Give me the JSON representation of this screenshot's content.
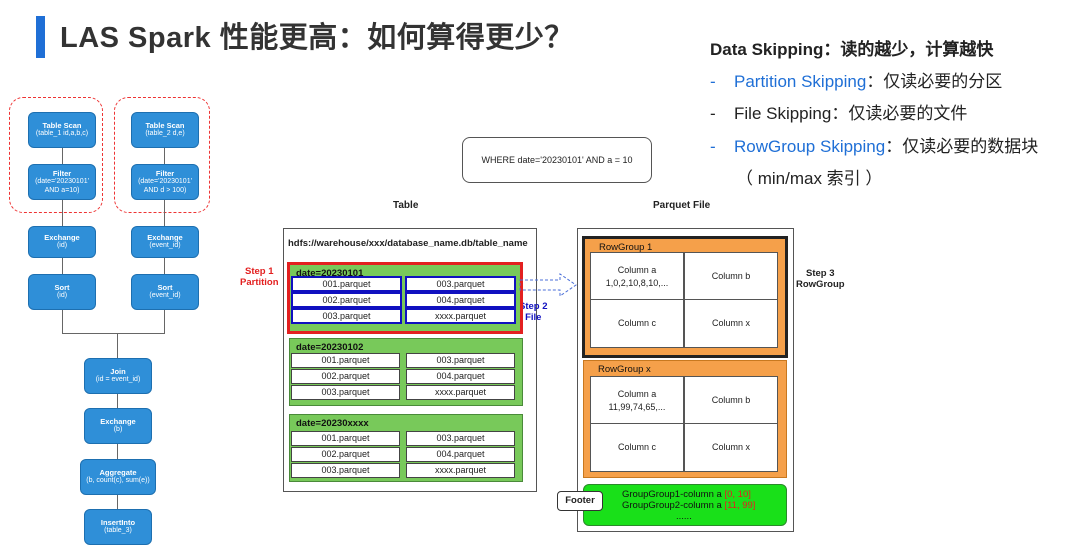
{
  "title": "LAS Spark 性能更高：如何算得更少？",
  "right": {
    "heading": "Data Skipping：读的越少，计算越快",
    "items": [
      {
        "dash": "-",
        "key": "Partition Skipping",
        "desc": "：仅读必要的分区",
        "highlight": true
      },
      {
        "dash": "-",
        "key": "File Skipping",
        "desc": "：仅读必要的文件",
        "highlight": false
      },
      {
        "dash": "-",
        "key": "RowGroup Skipping",
        "desc": "：仅读必要的数据块",
        "highlight": true
      }
    ],
    "note": "（ min/max 索引 ）"
  },
  "plan": {
    "left": [
      {
        "title": "Table Scan",
        "sub": "(table_1 id,a,b,c)"
      },
      {
        "title": "Filter",
        "sub": "(date='20230101'\nAND a=10)"
      },
      {
        "title": "Exchange",
        "sub": "(id)"
      },
      {
        "title": "Sort",
        "sub": "(id)"
      }
    ],
    "right": [
      {
        "title": "Table Scan",
        "sub": "(table_2 d,e)"
      },
      {
        "title": "Filter",
        "sub": "(date='20230101'\nAND d > 100)"
      },
      {
        "title": "Exchange",
        "sub": "(event_id)"
      },
      {
        "title": "Sort",
        "sub": "(event_id)"
      }
    ],
    "bottom": [
      {
        "title": "Join",
        "sub": "(id = event_id)"
      },
      {
        "title": "Exchange",
        "sub": "(b)"
      },
      {
        "title": "Aggregate",
        "sub": "(b, count(c), sum(e))"
      },
      {
        "title": "InsertInto",
        "sub": "(table_3)"
      }
    ]
  },
  "sql": "WHERE date='20230101' AND a = 10",
  "table_label": "Table",
  "parquet_label": "Parquet File",
  "hdfs_path": "hdfs://warehouse/xxx/database_name.db/table_name",
  "steps": {
    "step1": "Step 1\nPartition",
    "step2": "Step 2\nFile",
    "step3": "Step 3\nRowGroup"
  },
  "partitions": [
    {
      "name": "date=20230101",
      "files": [
        "001.parquet",
        "003.parquet",
        "002.parquet",
        "004.parquet",
        "003.parquet",
        "xxxx.parquet"
      ]
    },
    {
      "name": "date=20230102",
      "files": [
        "001.parquet",
        "003.parquet",
        "002.parquet",
        "004.parquet",
        "003.parquet",
        "xxxx.parquet"
      ]
    },
    {
      "name": "date=20230xxxx",
      "files": [
        "001.parquet",
        "003.parquet",
        "002.parquet",
        "004.parquet",
        "003.parquet",
        "xxxx.parquet"
      ]
    }
  ],
  "rowgroups": [
    {
      "name": "RowGroup 1",
      "cells": [
        "Column a\n1,0,2,10,8,10,...",
        "Column b",
        "Column c",
        "Column x"
      ]
    },
    {
      "name": "RowGroup x",
      "cells": [
        "Column a\n11,99,74,65,...",
        "Column b",
        "Column c",
        "Column x"
      ]
    }
  ],
  "footer": {
    "label": "Footer",
    "line1_text": "GroupGroup1-column a ",
    "line1_range": "[0, 10]",
    "line2_text": "GroupGroup2-column a ",
    "line2_range": "[11, 99]",
    "line3": "......"
  }
}
